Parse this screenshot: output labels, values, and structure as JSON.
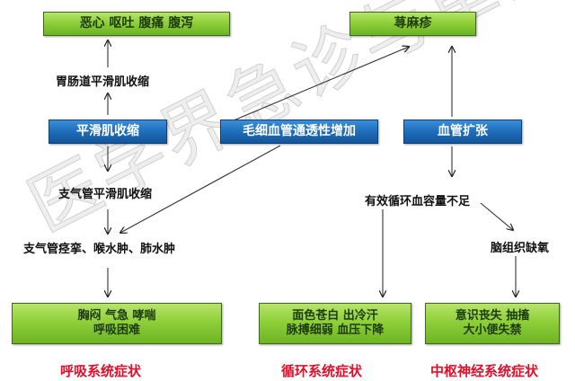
{
  "watermark": "医学界急诊与重症频道",
  "top_boxes": {
    "gi_symptoms": "恶心 呕吐 腹痛 腹泻",
    "urticaria": "荨麻疹"
  },
  "mechanisms": {
    "smooth_muscle": "平滑肌收缩",
    "capillary": "毛细血管通透性增加",
    "vasodilation": "血管扩张"
  },
  "intermediate": {
    "gi_smooth_muscle": "胃肠道平滑肌收缩",
    "bronchial_smooth_muscle": "支气管平滑肌收缩",
    "airway_edema": "支气管痉挛、喉水肿、肺水肿",
    "low_volume": "有效循环血容量不足",
    "brain_hypoxia": "脑组织缺氧"
  },
  "symptom_boxes": {
    "respiratory": [
      "胸闷 气急 哮喘",
      "呼吸困难"
    ],
    "circulatory": [
      "面色苍白 出冷汗",
      "脉搏细弱 血压下降"
    ],
    "neuro": [
      "意识丧失 抽搐",
      "大小便失禁"
    ]
  },
  "categories": {
    "respiratory": "呼吸系统症状",
    "circulatory": "循环系统症状",
    "neuro": "中枢神经系统症状"
  },
  "colors": {
    "green_box": "#8fd03a",
    "blue_box": "#1f6dbb",
    "category_text": "#e0102a"
  }
}
